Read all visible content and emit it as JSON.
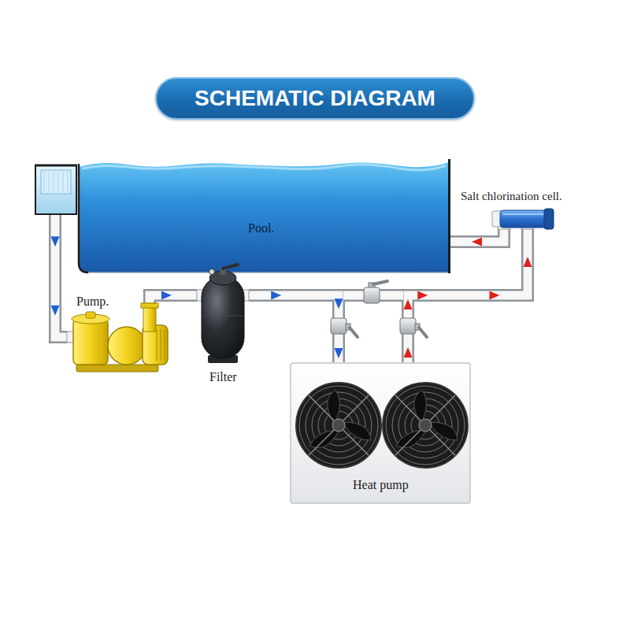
{
  "diagram": {
    "title": "SCHEMATIC DIAGRAM",
    "nodes": [
      {
        "text": [
          "Pool."
        ]
      },
      {
        "text": [
          "Salt chlorination cell."
        ]
      },
      {
        "text": [
          "Pump."
        ]
      },
      {
        "text": [
          "Filter"
        ]
      },
      {
        "text": [
          "Heat pump"
        ]
      }
    ],
    "edges": [
      {
        "from": 0,
        "to": 2,
        "arrow": "to"
      },
      {
        "from": 2,
        "to": 3,
        "arrow": "to"
      },
      {
        "from": 3,
        "to": 4,
        "arrow": "to"
      },
      {
        "from": 4,
        "to": 1,
        "arrow": "to"
      },
      {
        "from": 1,
        "to": 0,
        "arrow": "to"
      }
    ]
  }
}
